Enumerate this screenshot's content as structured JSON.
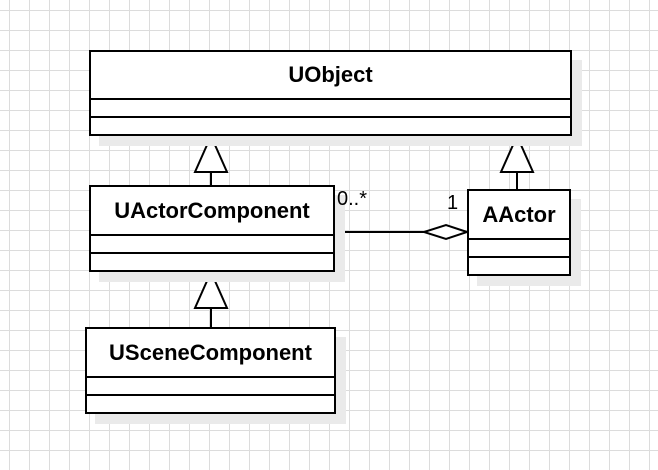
{
  "diagram": {
    "classes": [
      {
        "id": "uobject",
        "name": "UObject",
        "attributes": "",
        "operations": ""
      },
      {
        "id": "uactorcomponent",
        "name": "UActorComponent",
        "attributes": "",
        "operations": ""
      },
      {
        "id": "uscenecomponent",
        "name": "USceneComponent",
        "attributes": "",
        "operations": ""
      },
      {
        "id": "aactor",
        "name": "AActor",
        "attributes": "",
        "operations": ""
      }
    ],
    "relations": [
      {
        "type": "generalization",
        "from": "uactorcomponent",
        "to": "uobject"
      },
      {
        "type": "generalization",
        "from": "aactor",
        "to": "uobject"
      },
      {
        "type": "generalization",
        "from": "uscenecomponent",
        "to": "uactorcomponent"
      },
      {
        "type": "aggregation",
        "whole": "aactor",
        "part": "uactorcomponent",
        "part_multiplicity": "0..*",
        "whole_multiplicity": "1"
      }
    ]
  }
}
